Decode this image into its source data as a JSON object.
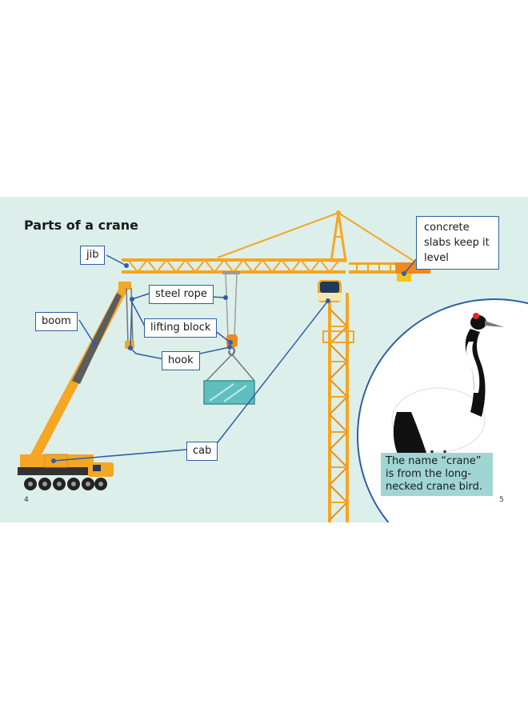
{
  "title": "Parts of a crane",
  "labels": {
    "jib": "jib",
    "steel_rope": "steel rope",
    "boom": "boom",
    "lifting_block": "lifting block",
    "hook": "hook",
    "cab": "cab",
    "concrete_slabs": "concrete slabs keep it level"
  },
  "fact": "The name “crane” is from the long-necked crane bird.",
  "page_left": "4",
  "page_right": "5",
  "colors": {
    "background": "#dcefea",
    "crane_orange": "#f5a623",
    "leader_line": "#2f5ea8",
    "fact_box": "#9fd6d3"
  }
}
